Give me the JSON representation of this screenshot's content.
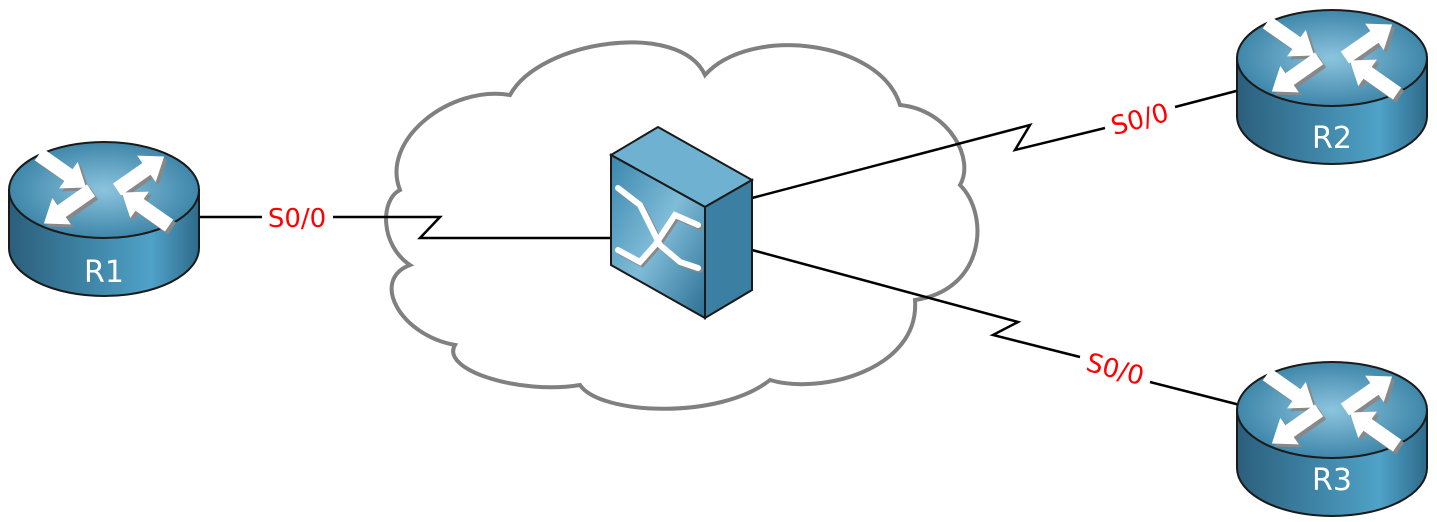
{
  "routers": [
    {
      "name": "R1",
      "interface": "S0/0"
    },
    {
      "name": "R2",
      "interface": "S0/0"
    },
    {
      "name": "R3",
      "interface": "S0/0"
    }
  ],
  "cloud": {
    "device": "frame-relay-switch"
  },
  "colors": {
    "device": "#3d86a8",
    "label": "#ff0000",
    "cloud": "#808080"
  }
}
